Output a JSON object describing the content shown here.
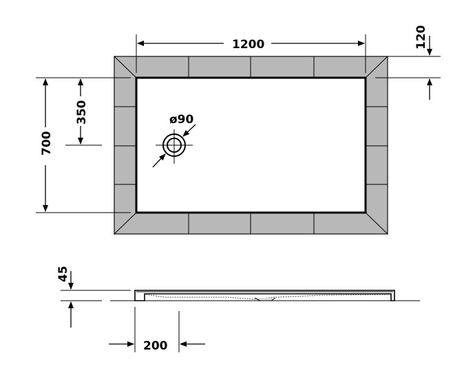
{
  "dimensions": {
    "width": "1200",
    "tile_border": "120",
    "height": "700",
    "drain_offset_y": "350",
    "drain_diameter": "ø90",
    "profile_height": "45",
    "drain_offset_x": "200"
  },
  "colors": {
    "tile": "#b8b8b8",
    "line": "#000000",
    "background": "#ffffff"
  }
}
